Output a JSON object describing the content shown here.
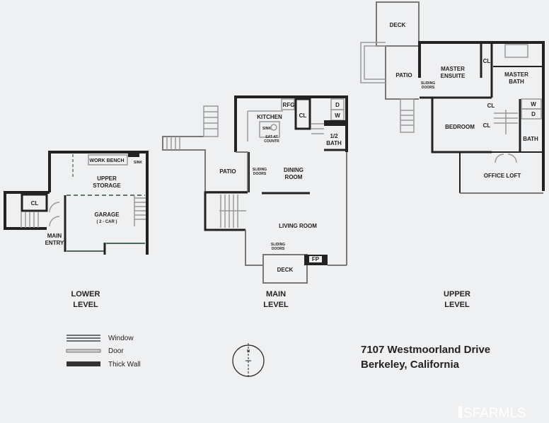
{
  "levels": {
    "lower": {
      "title_1": "LOWER",
      "title_2": "LEVEL",
      "rooms": {
        "cl": "CL",
        "work_bench": "WORK BENCH",
        "sink": "SINK",
        "upper_storage_1": "UPPER",
        "upper_storage_2": "STORAGE",
        "garage": "GARAGE",
        "garage_sub": "( 2 - CAR )",
        "main_entry_1": "MAIN",
        "main_entry_2": "ENTRY"
      }
    },
    "main": {
      "title_1": "MAIN",
      "title_2": "LEVEL",
      "rooms": {
        "kitchen": "KITCHEN",
        "rfg": "RFG",
        "cl": "CL",
        "d": "D",
        "w": "W",
        "sink": "SINK",
        "eat_at_1": "EAT-AT",
        "eat_at_2": "COUNTR",
        "half_bath_1": "1/2",
        "half_bath_2": "BATH",
        "patio": "PATIO",
        "sliding_doors_1a": "SLIDING",
        "sliding_doors_1b": "DOORS",
        "dining_1": "DINING",
        "dining_2": "ROOM",
        "living_room": "LIVING ROOM",
        "sliding_doors_2a": "SLIDING",
        "sliding_doors_2b": "DOORS",
        "fp": "FP",
        "deck": "DECK"
      }
    },
    "upper": {
      "title_1": "UPPER",
      "title_2": "LEVEL",
      "rooms": {
        "deck": "DECK",
        "patio": "PATIO",
        "sliding_doors_a": "SLIDING",
        "sliding_doors_b": "DOORS",
        "master_ensuite_1": "MASTER",
        "master_ensuite_2": "ENSUITE",
        "cl1": "CL",
        "master_bath_1": "MASTER",
        "master_bath_2": "BATH",
        "cl2": "CL",
        "cl3": "CL",
        "w": "W",
        "d": "D",
        "bedroom": "BEDROOM",
        "bath": "BATH",
        "office_loft": "OFFICE LOFT"
      }
    }
  },
  "legend": {
    "window": "Window",
    "door": "Door",
    "thick_wall": "Thick Wall"
  },
  "compass": {
    "north": "N"
  },
  "address": {
    "line1": "7107 Westmoorland Drive",
    "line2": "Berkeley, California"
  },
  "watermark": "SFARMLS",
  "colors": {
    "background": "#eff0f2",
    "wall": "#222222",
    "door": "#999999",
    "dashed": "#5a7a66"
  }
}
